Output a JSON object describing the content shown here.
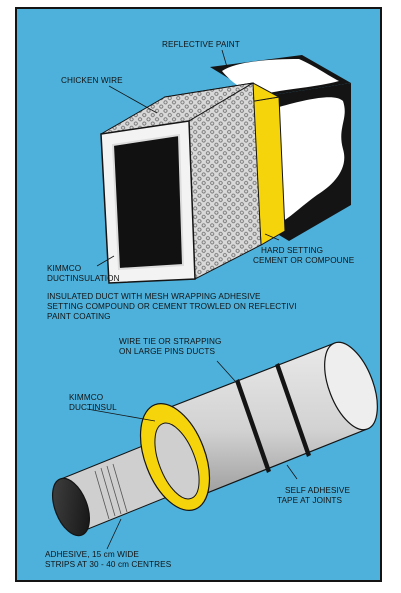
{
  "colors": {
    "background": "#4db1dc",
    "yellow_band": "#f6d40c",
    "metal": "#cccccc",
    "dark": "#141414"
  },
  "top_diagram": {
    "labels": {
      "reflective_paint": "REFLECTIVE PAINT",
      "chicken_wire": "CHICKEN WIRE",
      "kimmco_1": "KIMMCO",
      "kimmco_2": "DUCTINSULATION",
      "hard_setting_1": "HARD SETTING",
      "hard_setting_2": "CEMENT OR COMPOUNE"
    },
    "caption": [
      "INSULATED DUCT WITH MESH WRAPPING ADHESIVE",
      "SETTING COMPOUND OR CEMENT TROWLED ON REFLECTIVI",
      "PAINT COATING"
    ]
  },
  "bottom_diagram": {
    "labels": {
      "wire_tie_1": "WIRE TIE OR STRAPPING",
      "wire_tie_2": "ON LARGE PINS DUCTS",
      "kimmco_1": "KIMMCO",
      "kimmco_2": "DUCTINSUL",
      "self_adhesive_1": "SELF ADHESIVE",
      "self_adhesive_2": "TAPE AT JOINTS",
      "adhesive_1": "ADHESIVE, 15 cm WIDE",
      "adhesive_2": "STRIPS AT 30 - 40 cm CENTRES"
    }
  }
}
